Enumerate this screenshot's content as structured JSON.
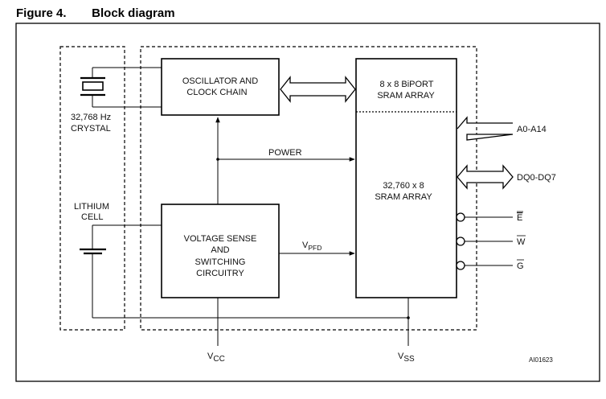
{
  "figure": {
    "number": "Figure 4.",
    "title": "Block diagram",
    "reference": "AI01623"
  },
  "blocks": {
    "oscillator": {
      "line1": "OSCILLATOR AND",
      "line2": "CLOCK CHAIN"
    },
    "voltage_sense": {
      "line1": "VOLTAGE SENSE",
      "line2": "AND",
      "line3": "SWITCHING",
      "line4": "CIRCUITRY"
    },
    "biport_sram": {
      "line1": "8 x 8 BiPORT",
      "line2": "SRAM ARRAY"
    },
    "main_sram": {
      "line1": "32,760 x 8",
      "line2": "SRAM ARRAY"
    }
  },
  "components": {
    "crystal": {
      "line1": "32,768 Hz",
      "line2": "CRYSTAL"
    },
    "battery": {
      "line1": "LITHIUM",
      "line2": "CELL"
    }
  },
  "signals": {
    "power": "POWER",
    "vpfd": {
      "main": "V",
      "sub": "PFD"
    },
    "vcc": {
      "main": "V",
      "sub": "CC"
    },
    "vss": {
      "main": "V",
      "sub": "SS"
    },
    "address": "A0-A14",
    "data": "DQ0-DQ7",
    "enable": "E",
    "write": "W",
    "output_enable": "G"
  }
}
